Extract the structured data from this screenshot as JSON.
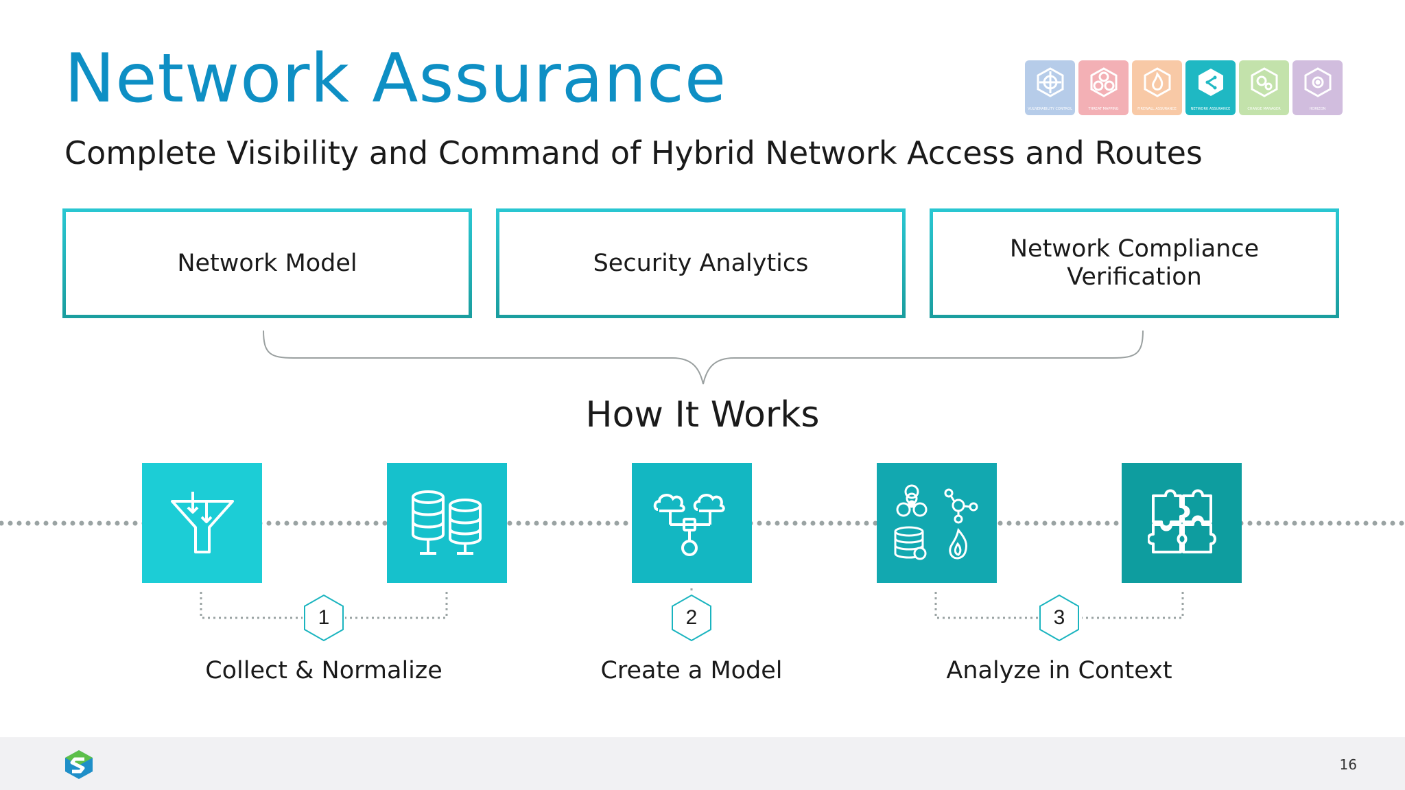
{
  "title": "Network Assurance",
  "subtitle": "Complete Visibility and Command of Hybrid Network Access and Routes",
  "modules": [
    {
      "label": "Vulnerability Control",
      "color": "#5f8fd0",
      "icon": "target-icon",
      "active": false
    },
    {
      "label": "Threat Mapping",
      "color": "#e6515c",
      "icon": "biohazard-icon",
      "active": false
    },
    {
      "label": "Firewall Assurance",
      "color": "#f18a3b",
      "icon": "fire-icon",
      "active": false
    },
    {
      "label": "Network Assurance",
      "color": "#1fb8c3",
      "icon": "network-nodes-icon",
      "active": true
    },
    {
      "label": "Change Manager",
      "color": "#7bc146",
      "icon": "gears-icon",
      "active": false
    },
    {
      "label": "Horizon",
      "color": "#9b6fb8",
      "icon": "camera-icon",
      "active": false
    }
  ],
  "capabilities": [
    "Network Model",
    "Security Analytics",
    "Network Compliance Verification"
  ],
  "how_it_works": "How It Works",
  "tiles": [
    {
      "icon": "funnel-icon",
      "color": "#1ccdd6"
    },
    {
      "icon": "database-servers-icon",
      "color": "#16c1cc"
    },
    {
      "icon": "cloud-network-icon",
      "color": "#13b7c2"
    },
    {
      "icon": "threat-data-icon",
      "color": "#12a8b0"
    },
    {
      "icon": "puzzle-icon",
      "color": "#0e9d9f"
    }
  ],
  "steps": [
    {
      "number": "1",
      "label": "Collect & Normalize"
    },
    {
      "number": "2",
      "label": "Create a Model"
    },
    {
      "number": "3",
      "label": "Analyze in Context"
    }
  ],
  "page_number": "16",
  "colors": {
    "title": "#0e8fc4",
    "accent": "#1ab4bf",
    "footer": "#f1f1f3"
  }
}
